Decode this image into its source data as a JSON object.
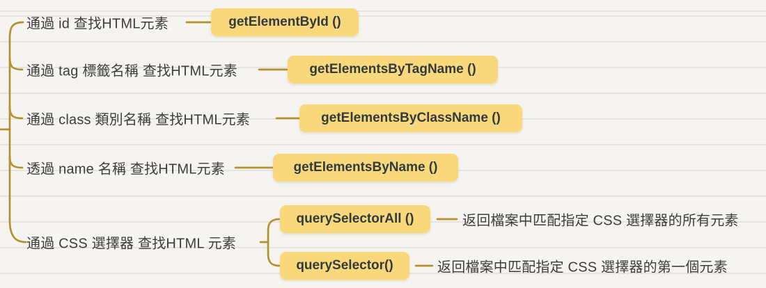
{
  "palette": {
    "background": "#f5f4f1",
    "connector_line": "#b3912f",
    "topic_fill": "#f9d87b",
    "topic_text": "#313b3d",
    "label_text": "#3d3d3d"
  },
  "branches": [
    {
      "label": "通過 id 查找HTML元素",
      "method": "getElementById ()"
    },
    {
      "label": "通過 tag 標籤名稱 查找HTML元素",
      "method": "getElementsByTagName ()"
    },
    {
      "label": "通過 class 類別名稱 查找HTML元素",
      "method": "getElementsByClassName ()"
    },
    {
      "label": "透過 name 名稱 查找HTML元素",
      "method": "getElementsByName ()"
    },
    {
      "label": "通過 CSS 選擇器 查找HTML 元素",
      "children": [
        {
          "method": "querySelectorAll ()",
          "note": "返回檔案中匹配指定 CSS 選擇器的所有元素"
        },
        {
          "method": "querySelector()",
          "note": "返回檔案中匹配指定 CSS 選擇器的第一個元素"
        }
      ]
    }
  ]
}
